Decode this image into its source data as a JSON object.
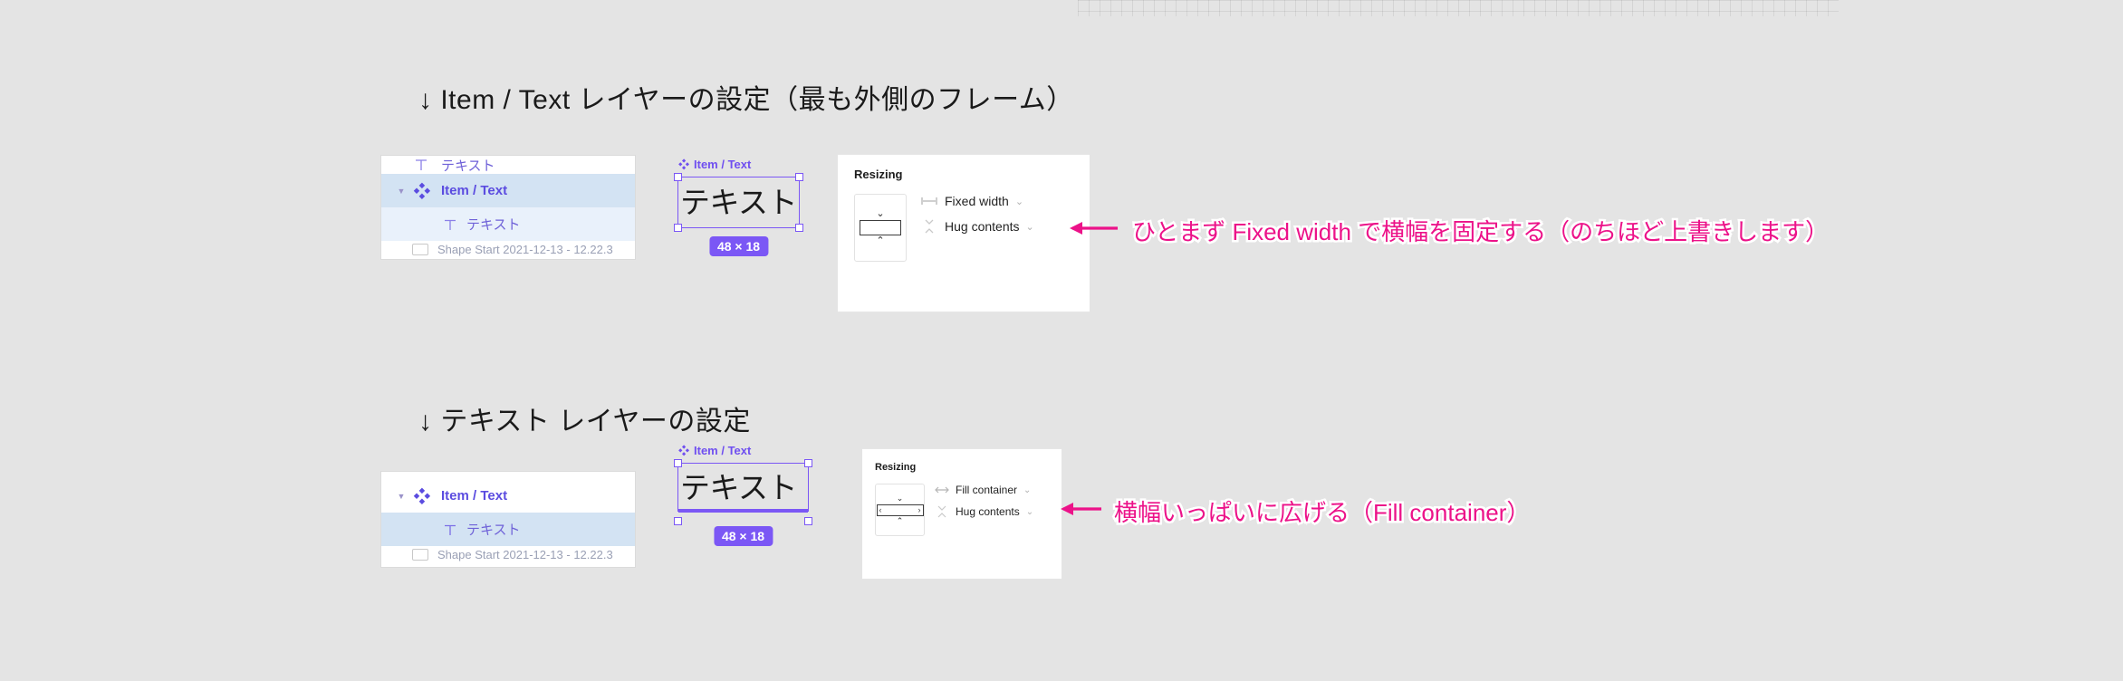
{
  "page": {
    "background_color": "#e4e4e4",
    "accent_purple": "#7b57f5",
    "annotation_pink": "#ec1289",
    "selection_row_color": "#d3e3f3"
  },
  "sections": [
    {
      "heading": "↓ Item / Text レイヤーの設定（最も外側のフレーム）",
      "layers": {
        "clipped_top_row": "テキスト",
        "rows": [
          {
            "name": "Item / Text",
            "icon": "component-icon",
            "disclosure": "▾",
            "selected": true
          },
          {
            "name": "テキスト",
            "icon": "text-icon",
            "disclosure": "",
            "selected": false
          }
        ]
      },
      "canvas": {
        "label": "Item / Text",
        "text": "テキスト",
        "dimensions": "48 × 18"
      },
      "resizing": {
        "title": "Resizing",
        "width_option": "Fixed width",
        "height_option": "Hug contents",
        "width_icon": "fixed-width-icon",
        "height_icon": "hug-contents-icon"
      },
      "annotation": {
        "arrow": "←",
        "text": "ひとまず Fixed width で横幅を固定する（のちほど上書きします）"
      }
    },
    {
      "heading": "↓ テキスト レイヤーの設定",
      "layers": {
        "clipped_top_row": "",
        "rows": [
          {
            "name": "Item / Text",
            "icon": "component-icon",
            "disclosure": "▾",
            "selected": false
          },
          {
            "name": "テキスト",
            "icon": "text-icon",
            "disclosure": "",
            "selected": true
          }
        ]
      },
      "canvas": {
        "label": "Item / Text",
        "text": "テキスト",
        "dimensions": "48 × 18"
      },
      "resizing": {
        "title": "Resizing",
        "width_option": "Fill container",
        "height_option": "Hug contents",
        "width_icon": "fill-container-icon",
        "height_icon": "hug-contents-icon"
      },
      "annotation": {
        "arrow": "←",
        "text": "横幅いっぱいに広げる（Fill container）"
      }
    }
  ]
}
